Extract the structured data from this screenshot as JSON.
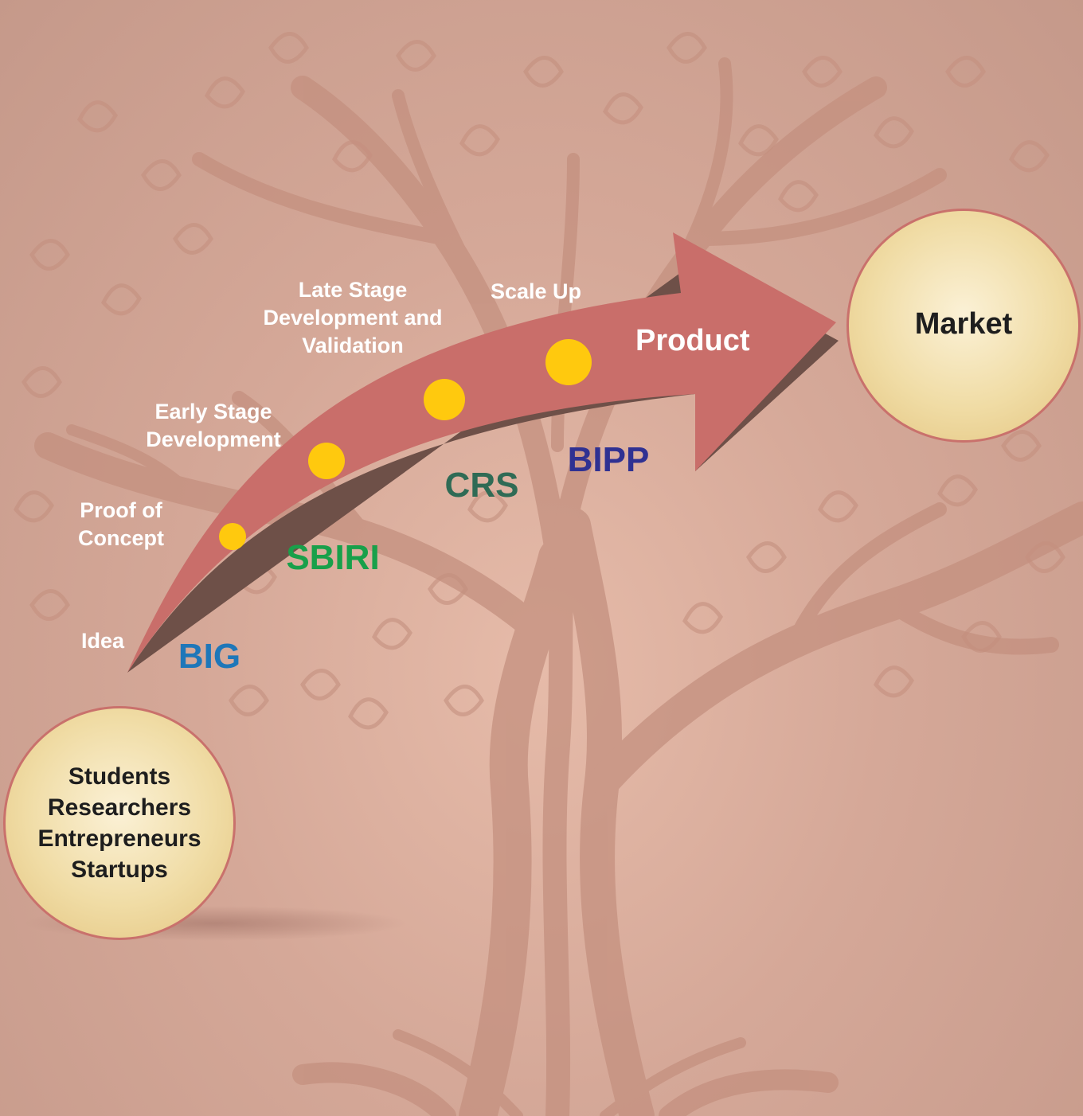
{
  "stages": [
    {
      "id": "idea",
      "lines": [
        "Idea"
      ]
    },
    {
      "id": "proof-of-concept",
      "lines": [
        "Proof of",
        "Concept"
      ]
    },
    {
      "id": "early-stage",
      "lines": [
        "Early Stage",
        "Development"
      ]
    },
    {
      "id": "late-stage",
      "lines": [
        "Late Stage",
        "Development and",
        "Validation"
      ]
    },
    {
      "id": "scale-up",
      "lines": [
        "Scale Up"
      ]
    }
  ],
  "programs": [
    {
      "id": "big",
      "label": "BIG",
      "color": "#1e77b9"
    },
    {
      "id": "sbiri",
      "label": "SBIRI",
      "color": "#18a04a"
    },
    {
      "id": "crs",
      "label": "CRS",
      "color": "#2f6b55"
    },
    {
      "id": "bipp",
      "label": "BIPP",
      "color": "#2f3192"
    }
  ],
  "arrow": {
    "label": "Product",
    "color": "#c96e6a",
    "shadow_color": "#6e5048",
    "dot_color": "#ffc90e"
  },
  "target": {
    "label": "Market"
  },
  "audience": {
    "lines": [
      "Students",
      "Researchers",
      "Entrepreneurs",
      "Startups"
    ]
  },
  "colors": {
    "background": "#d5a898",
    "tree": "#c4907f",
    "circle_fill": "#f0dca5",
    "circle_border": "#c9716c"
  }
}
